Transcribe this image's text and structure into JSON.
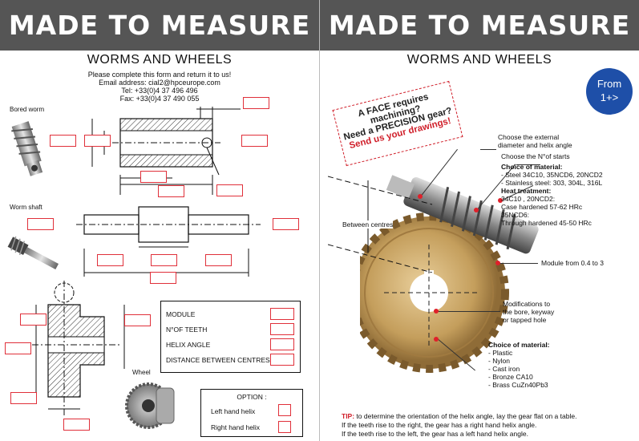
{
  "left": {
    "banner": "MADE TO MEASURE",
    "title": "WORMS AND WHEELS",
    "intro": [
      "Please complete this form and return it to us!",
      "Email address: cial2@hpceurope.com",
      "Tel: +33(0)4 37 496 496",
      "Fax: +33(0)4 37 490 055"
    ],
    "labels": {
      "bored_worm": "Bored worm",
      "worm_shaft": "Worm shaft",
      "wheel": "Wheel"
    },
    "form_rows": [
      "MODULE",
      "N°OF TEETH",
      "HELIX ANGLE",
      "DISTANCE BETWEEN CENTRES"
    ],
    "option": {
      "title": "OPTION :",
      "rows": [
        "Left hand helix",
        "Right hand helix"
      ]
    }
  },
  "right": {
    "banner": "MADE TO MEASURE",
    "title": "WORMS AND WHEELS",
    "badge": [
      "From",
      "1+>"
    ],
    "stamp": [
      "A FACE requires machining?",
      "Need a PRECISION gear?",
      "Send us your drawings!"
    ],
    "between_centres": "Between centres",
    "callouts": {
      "external": [
        "Choose the external",
        "diameter and helix angle"
      ],
      "starts": "Choose the N°of starts",
      "material_title": "Choice of material:",
      "material_lines": [
        "- Steel 34C10, 35NCD6, 20NCD2",
        "- Stainless steel: 303, 304L, 316L"
      ],
      "heat_title": "Heat treatment:",
      "heat_lines": [
        "34C10 , 20NCD2:",
        "Case hardened 57-62 HRc",
        "35NCD6:",
        "Through hardened 45-50 HRc"
      ],
      "module": "Module from 0.4 to 3",
      "modifications": [
        "Modifications to",
        "the bore, keyway",
        "or tapped hole"
      ],
      "wheel_material_title": "Choice of material:",
      "wheel_material_lines": [
        "- Plastic",
        "- Nylon",
        "- Cast iron",
        "- Bronze CA10",
        "- Brass CuZn40Pb3"
      ]
    },
    "tip": {
      "key": "TIP:",
      "lines": [
        " to determine the orientation of the helix angle, lay the gear flat on a table.",
        "If the teeth rise to the right, the gear has a right hand helix angle.",
        "If the teeth rise to the left, the gear has a left hand helix angle."
      ]
    }
  }
}
